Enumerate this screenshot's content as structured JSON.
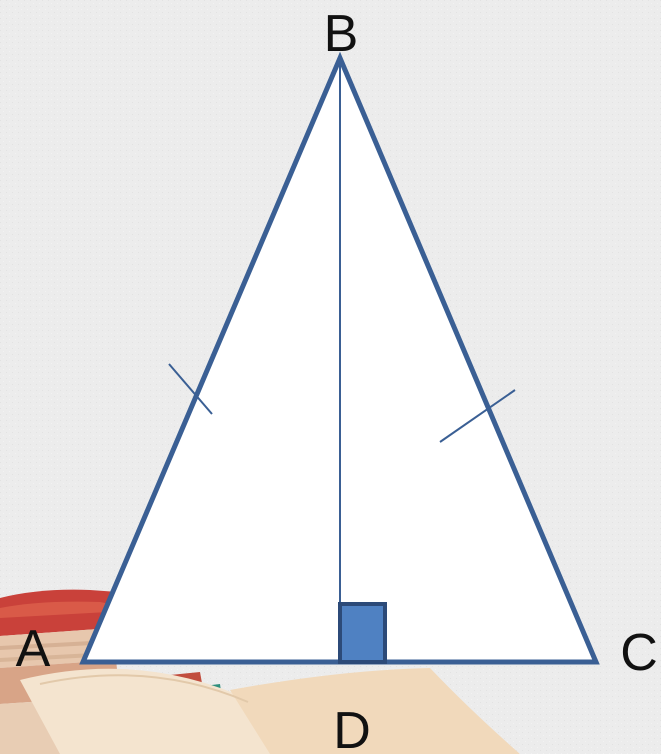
{
  "diagram": {
    "type": "isosceles-triangle-with-altitude",
    "vertices": {
      "A": "A",
      "B": "B",
      "C": "C",
      "D": "D"
    },
    "equal_sides": [
      "AB",
      "BC"
    ],
    "altitude": "BD",
    "right_angle_at": "D"
  },
  "colors": {
    "background": "#ececec",
    "triangle_fill": "#ffffff",
    "triangle_stroke": "#3a5f94",
    "altitude_stroke": "#3a5f94",
    "right_angle_fill": "#4f81c2",
    "right_angle_stroke": "#2c4a78",
    "label_color": "#111111"
  }
}
